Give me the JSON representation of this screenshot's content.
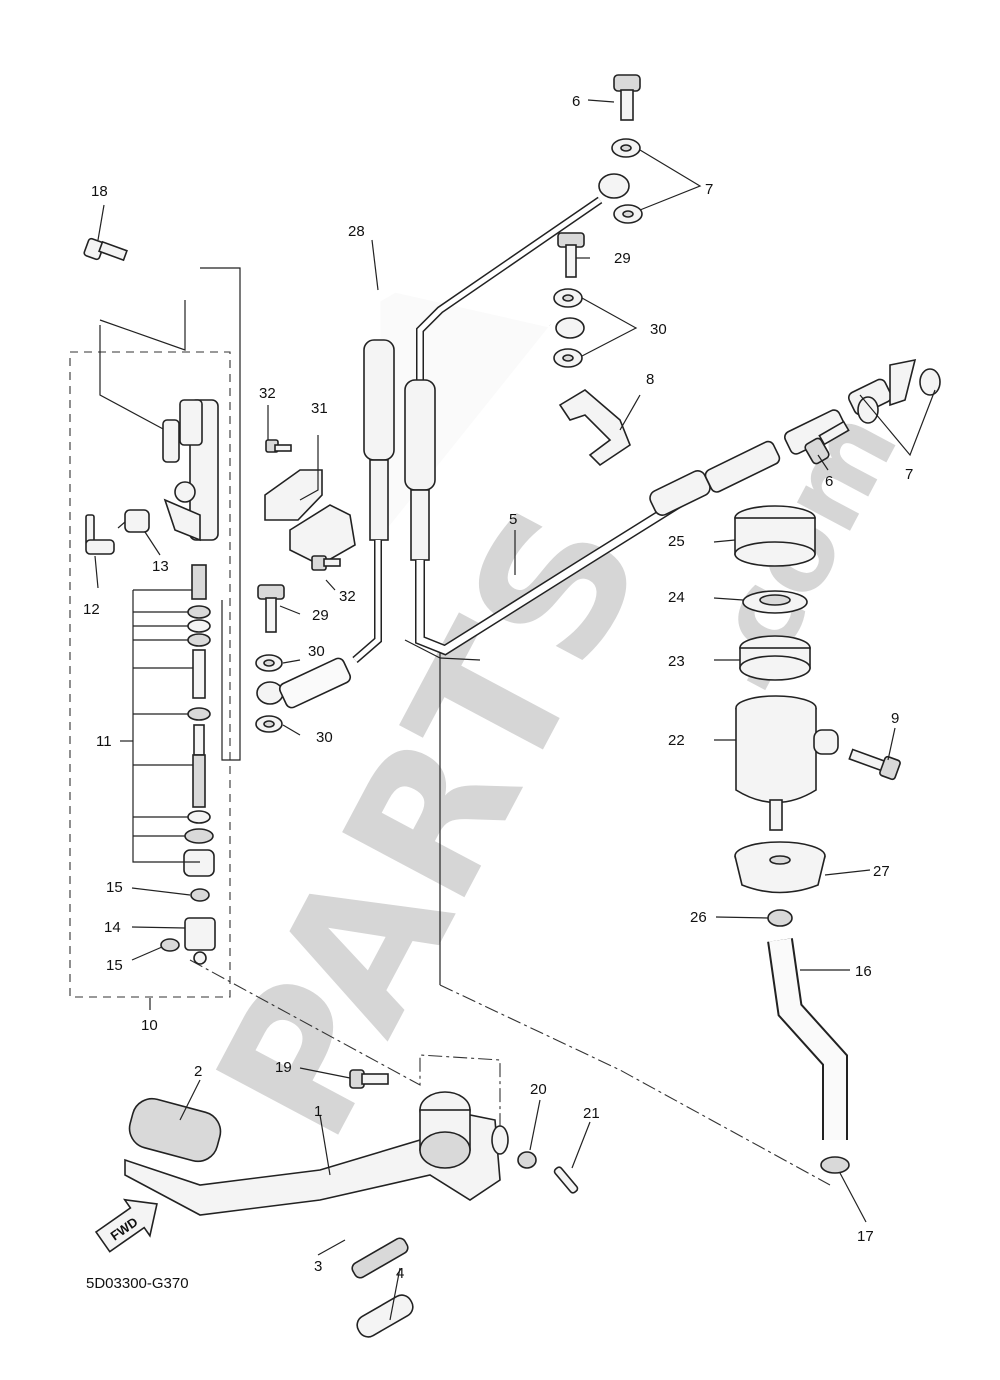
{
  "diagram_code": "5D03300-G370",
  "watermark": {
    "main": "PARTS",
    "suffix": ".com"
  },
  "fwd_label": "FWD",
  "callouts": [
    {
      "id": "c1",
      "label": "1"
    },
    {
      "id": "c2",
      "label": "2"
    },
    {
      "id": "c3",
      "label": "3"
    },
    {
      "id": "c4",
      "label": "4"
    },
    {
      "id": "c5",
      "label": "5"
    },
    {
      "id": "c6a",
      "label": "6"
    },
    {
      "id": "c6b",
      "label": "6"
    },
    {
      "id": "c7a",
      "label": "7"
    },
    {
      "id": "c7b",
      "label": "7"
    },
    {
      "id": "c8",
      "label": "8"
    },
    {
      "id": "c9",
      "label": "9"
    },
    {
      "id": "c10",
      "label": "10"
    },
    {
      "id": "c11",
      "label": "11"
    },
    {
      "id": "c12",
      "label": "12"
    },
    {
      "id": "c13",
      "label": "13"
    },
    {
      "id": "c14",
      "label": "14"
    },
    {
      "id": "c15a",
      "label": "15"
    },
    {
      "id": "c15b",
      "label": "15"
    },
    {
      "id": "c16",
      "label": "16"
    },
    {
      "id": "c17",
      "label": "17"
    },
    {
      "id": "c18",
      "label": "18"
    },
    {
      "id": "c19",
      "label": "19"
    },
    {
      "id": "c20",
      "label": "20"
    },
    {
      "id": "c21",
      "label": "21"
    },
    {
      "id": "c22",
      "label": "22"
    },
    {
      "id": "c23",
      "label": "23"
    },
    {
      "id": "c24",
      "label": "24"
    },
    {
      "id": "c25",
      "label": "25"
    },
    {
      "id": "c26",
      "label": "26"
    },
    {
      "id": "c27",
      "label": "27"
    },
    {
      "id": "c28",
      "label": "28"
    },
    {
      "id": "c29a",
      "label": "29"
    },
    {
      "id": "c29b",
      "label": "29"
    },
    {
      "id": "c30a",
      "label": "30"
    },
    {
      "id": "c30b",
      "label": "30"
    },
    {
      "id": "c30c",
      "label": "30"
    },
    {
      "id": "c31",
      "label": "31"
    },
    {
      "id": "c32a",
      "label": "32"
    },
    {
      "id": "c32b",
      "label": "32"
    }
  ]
}
